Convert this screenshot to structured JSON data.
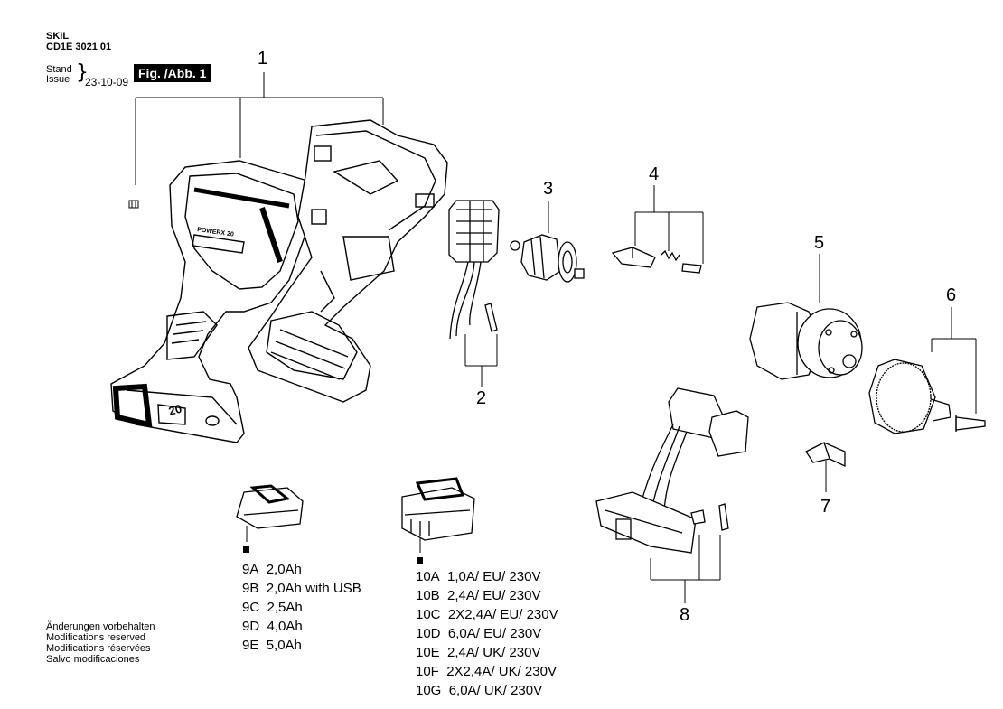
{
  "header": {
    "brand": "SKIL",
    "code": "CD1E 3021 01",
    "stand_label": "Stand",
    "issue_label": "Issue",
    "brace": "}",
    "date": "23-10-09",
    "fig_label": "Fig. /Abb. 1"
  },
  "callouts": [
    "1",
    "2",
    "3",
    "4",
    "5",
    "6",
    "7",
    "8"
  ],
  "batteries": [
    {
      "code": "9A",
      "desc": "2,0Ah"
    },
    {
      "code": "9B",
      "desc": "2,0Ah with USB"
    },
    {
      "code": "9C",
      "desc": "2,5Ah"
    },
    {
      "code": "9D",
      "desc": "4,0Ah"
    },
    {
      "code": "9E",
      "desc": "5,0Ah"
    }
  ],
  "chargers": [
    {
      "code": "10A",
      "desc": "1,0A/ EU/ 230V"
    },
    {
      "code": "10B",
      "desc": "2,4A/ EU/ 230V"
    },
    {
      "code": "10C",
      "desc": "2X2,4A/ EU/ 230V"
    },
    {
      "code": "10D",
      "desc": "6,0A/ EU/ 230V"
    },
    {
      "code": "10E",
      "desc": "2,4A/ UK/ 230V"
    },
    {
      "code": "10F",
      "desc": "2X2,4A/ UK/ 230V"
    },
    {
      "code": "10G",
      "desc": "6,0A/ UK/ 230V"
    }
  ],
  "disclaimer": [
    "Änderungen vorbehalten",
    "Modifications reserved",
    "Modifications réservées",
    "Salvo modificaciones"
  ],
  "housing_brand_text": "POWERX 20",
  "battery_marking": "20"
}
